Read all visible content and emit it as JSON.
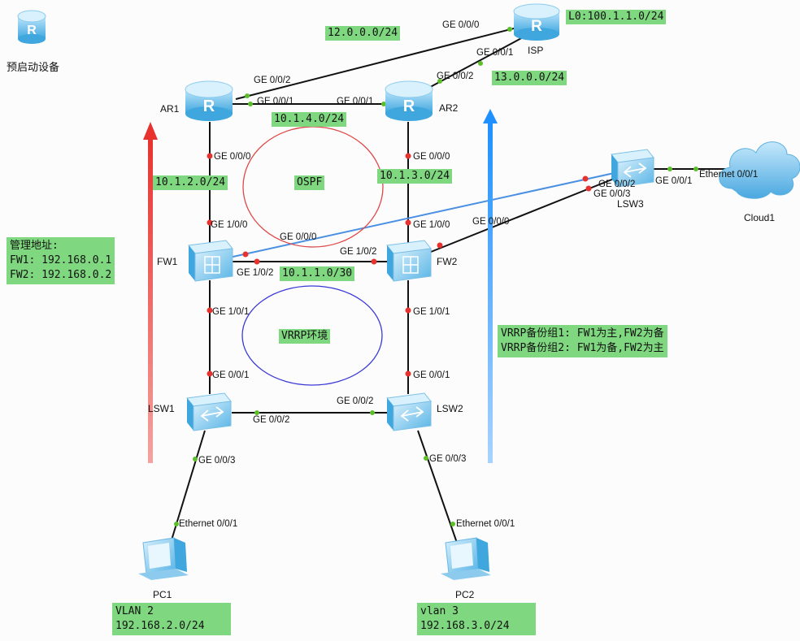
{
  "legend": {
    "label": "预启动设备",
    "icon": "router-icon"
  },
  "devices": {
    "ar1": "AR1",
    "ar2": "AR2",
    "isp": "ISP",
    "fw1": "FW1",
    "fw2": "FW2",
    "lsw1": "LSW1",
    "lsw2": "LSW2",
    "lsw3": "LSW3",
    "pc1": "PC1",
    "pc2": "PC2",
    "cloud1": "Cloud1"
  },
  "ports": {
    "isp_ge000": "GE 0/0/0",
    "isp_ge001": "GE 0/0/1",
    "ar1_ge002": "GE 0/0/2",
    "ar1_ge001": "GE 0/0/1",
    "ar1_ge000": "GE 0/0/0",
    "ar2_ge002": "GE 0/0/2",
    "ar2_ge001": "GE 0/0/1",
    "ar2_ge000": "GE 0/0/0",
    "fw1_ge100": "GE 1/0/0",
    "fw1_ge000": "GE 0/0/0",
    "fw1_ge102": "GE 1/0/2",
    "fw1_ge101": "GE 1/0/1",
    "fw2_ge100": "GE 1/0/0",
    "fw2_ge102": "GE 1/0/2",
    "fw2_ge101": "GE 1/0/1",
    "fw2_ge000": "GE 0/0/0",
    "lsw1_ge001": "GE 0/0/1",
    "lsw1_ge002": "GE 0/0/2",
    "lsw1_ge003": "GE 0/0/3",
    "lsw2_ge001": "GE 0/0/1",
    "lsw2_ge002": "GE 0/0/2",
    "lsw2_ge003": "GE 0/0/3",
    "lsw3_ge002": "GE 0/0/2",
    "lsw3_ge003": "GE 0/0/3",
    "lsw3_ge001": "GE 0/0/1",
    "cloud_eth": "Ethernet 0/0/1",
    "pc1_eth": "Ethernet 0/0/1",
    "pc2_eth": "Ethernet 0/0/1"
  },
  "subnets": {
    "isp_ar1": "12.0.0.0/24",
    "isp_lo": "L0:100.1.1.0/24",
    "isp_ar2": "13.0.0.0/24",
    "ar1_ar2": "10.1.4.0/24",
    "ar1_fw1": "10.1.2.0/24",
    "ar2_fw2": "10.1.3.0/24",
    "fw1_fw2": "10.1.1.0/30"
  },
  "areas": {
    "ospf": "OSPF",
    "vrrp": "VRRP环境"
  },
  "mgmt": {
    "title": "管理地址:",
    "fw1": "FW1: 192.168.0.1",
    "fw2": "FW2: 192.168.0.2"
  },
  "vrrp_notes": {
    "group1": "VRRP备份组1: FW1为主,FW2为备",
    "group2": "VRRP备份组2: FW1为备,FW2为主"
  },
  "lans": {
    "pc1_vlan": "VLAN 2",
    "pc1_net": "192.168.2.0/24",
    "pc2_vlan": "vlan 3",
    "pc2_net": "192.168.3.0/24"
  },
  "colors": {
    "link": "#111111",
    "port_up": "#5cbf2a",
    "port_down": "#e8322e",
    "box": "#7fd87f",
    "ospf_ring": "#e04848",
    "vrrp_ring": "#3a3ad8",
    "arrow_left": "#e8322e",
    "arrow_right": "#1e90ff",
    "lsw3_link": "#4a90e2"
  }
}
